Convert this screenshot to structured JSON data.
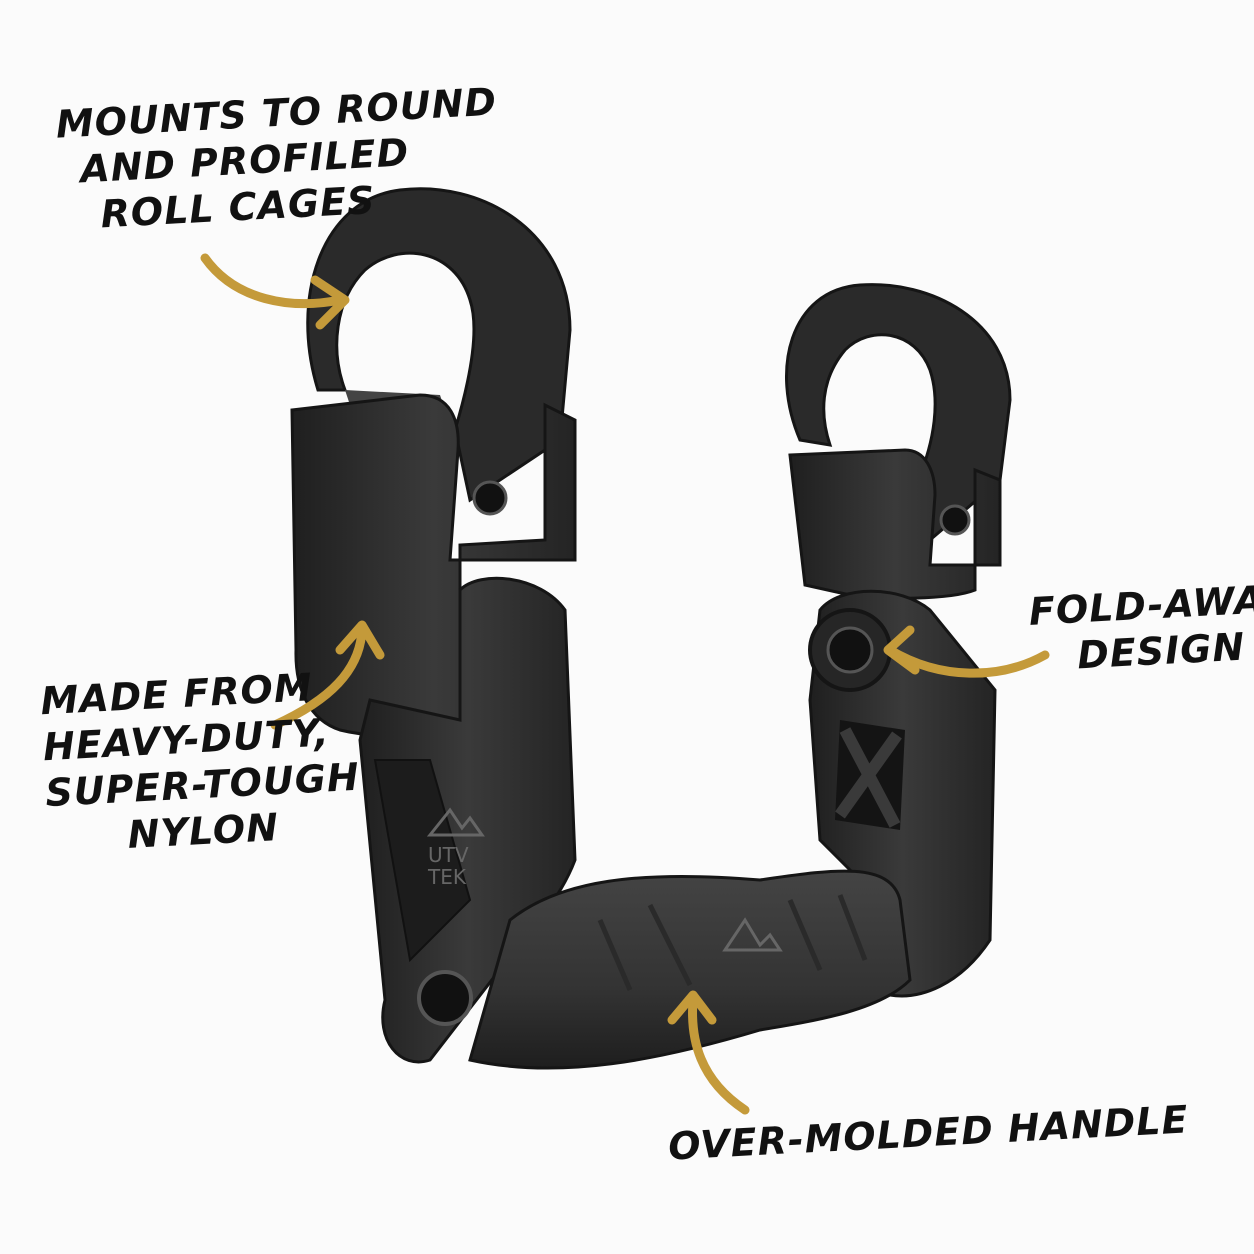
{
  "callouts": {
    "mounts": [
      "MOUNTS TO ROUND",
      "AND PROFILED",
      "ROLL CAGES"
    ],
    "material": [
      "MADE FROM",
      "HEAVY-DUTY,",
      "SUPER-TOUGH",
      "NYLON"
    ],
    "fold": [
      "FOLD-AWAY",
      "DESIGN"
    ],
    "handle": [
      "OVER-MOLDED HANDLE"
    ]
  },
  "logo_text": [
    "UTV",
    "TEK"
  ],
  "colors": {
    "arrow": "#c49a3a",
    "product": "#2b2b2b",
    "background": "#fbfbfb"
  }
}
